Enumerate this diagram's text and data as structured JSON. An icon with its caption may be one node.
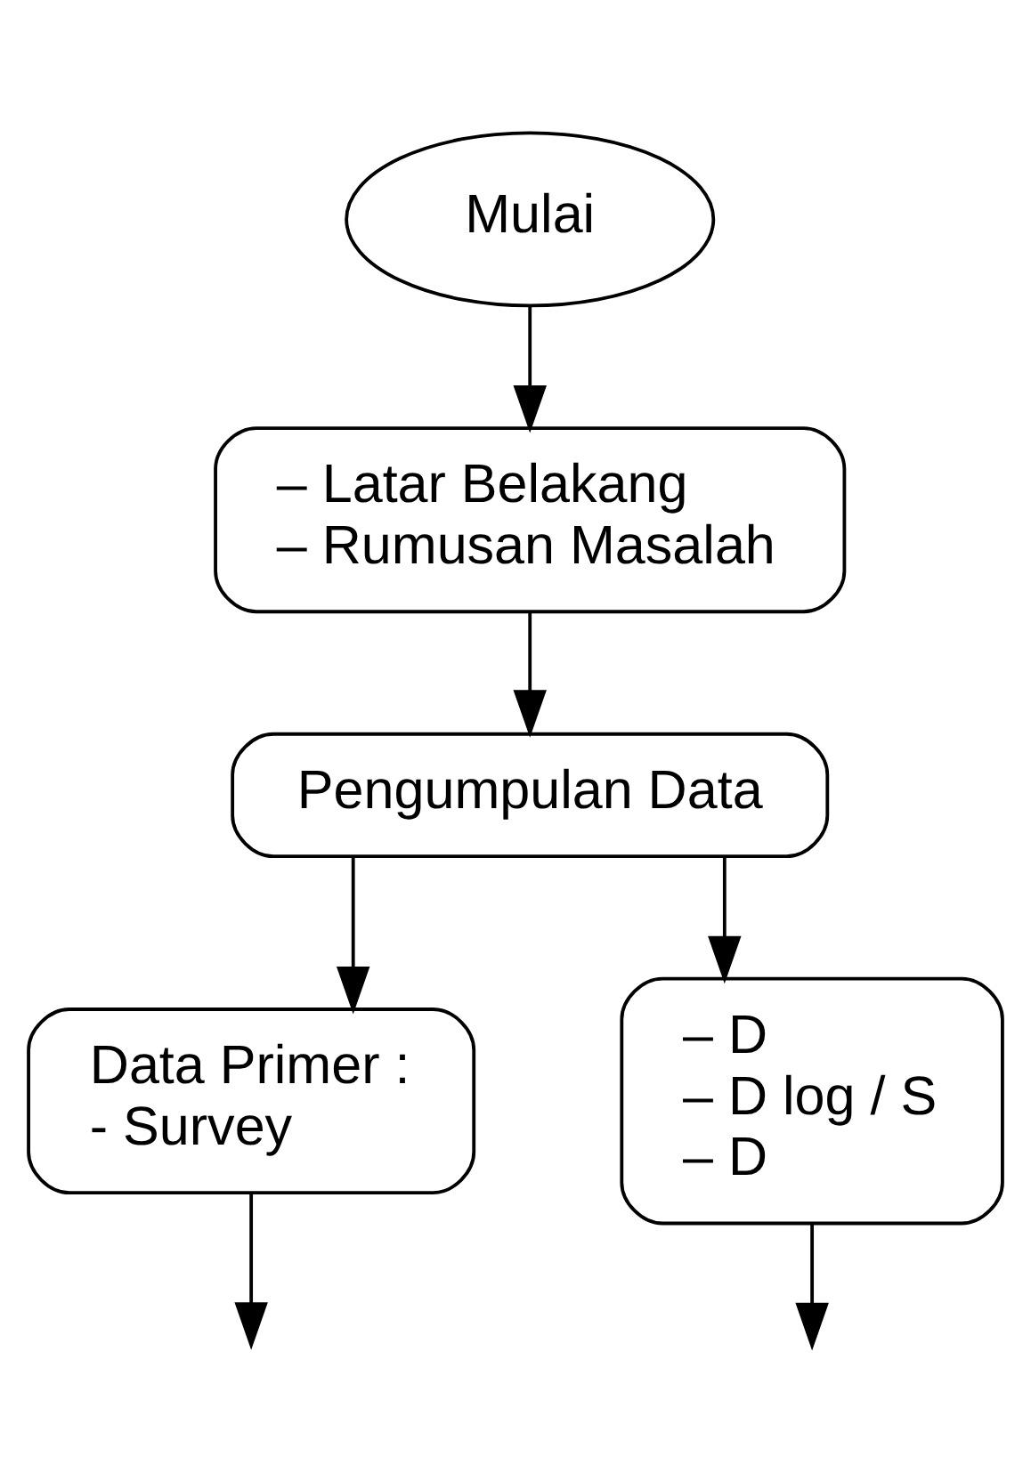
{
  "diagram": {
    "nodes": [
      {
        "text": [
          "Mulai"
        ]
      },
      {
        "text": [
          "– Latar Belakang",
          "– Rumusan Masalah"
        ]
      },
      {
        "text": [
          "Pengumpulan Data"
        ]
      },
      {
        "text": [
          "Data Primer :",
          "- Survey"
        ]
      },
      {
        "text": [
          "– D",
          "– D log / S",
          "– D"
        ]
      }
    ],
    "edges": [
      {
        "from": 0,
        "to": 1,
        "arrow": "to"
      },
      {
        "from": 1,
        "to": 2,
        "arrow": "to"
      },
      {
        "from": 2,
        "to": 3,
        "arrow": "to"
      },
      {
        "from": 2,
        "to": 4,
        "arrow": "to"
      },
      {
        "from": 3,
        "to": null,
        "arrow": "to"
      },
      {
        "from": 4,
        "to": null,
        "arrow": "to"
      }
    ]
  }
}
